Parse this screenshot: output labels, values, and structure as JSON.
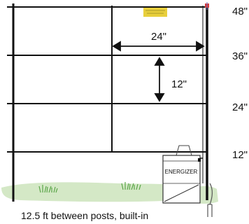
{
  "heights": {
    "h48": "48\"",
    "h36": "36\"",
    "h24": "24\"",
    "h12": "12\""
  },
  "dimensions": {
    "horizontal": "24\"",
    "vertical": "12\""
  },
  "energizer_label": "ENERGIZER",
  "caption": "12.5 ft between posts, built-in",
  "colors": {
    "ground": "#d4e8c6",
    "grass": "#5aa548",
    "sign": "#e8cf3c",
    "post": "#111111",
    "insulator": "#d33d3d"
  }
}
